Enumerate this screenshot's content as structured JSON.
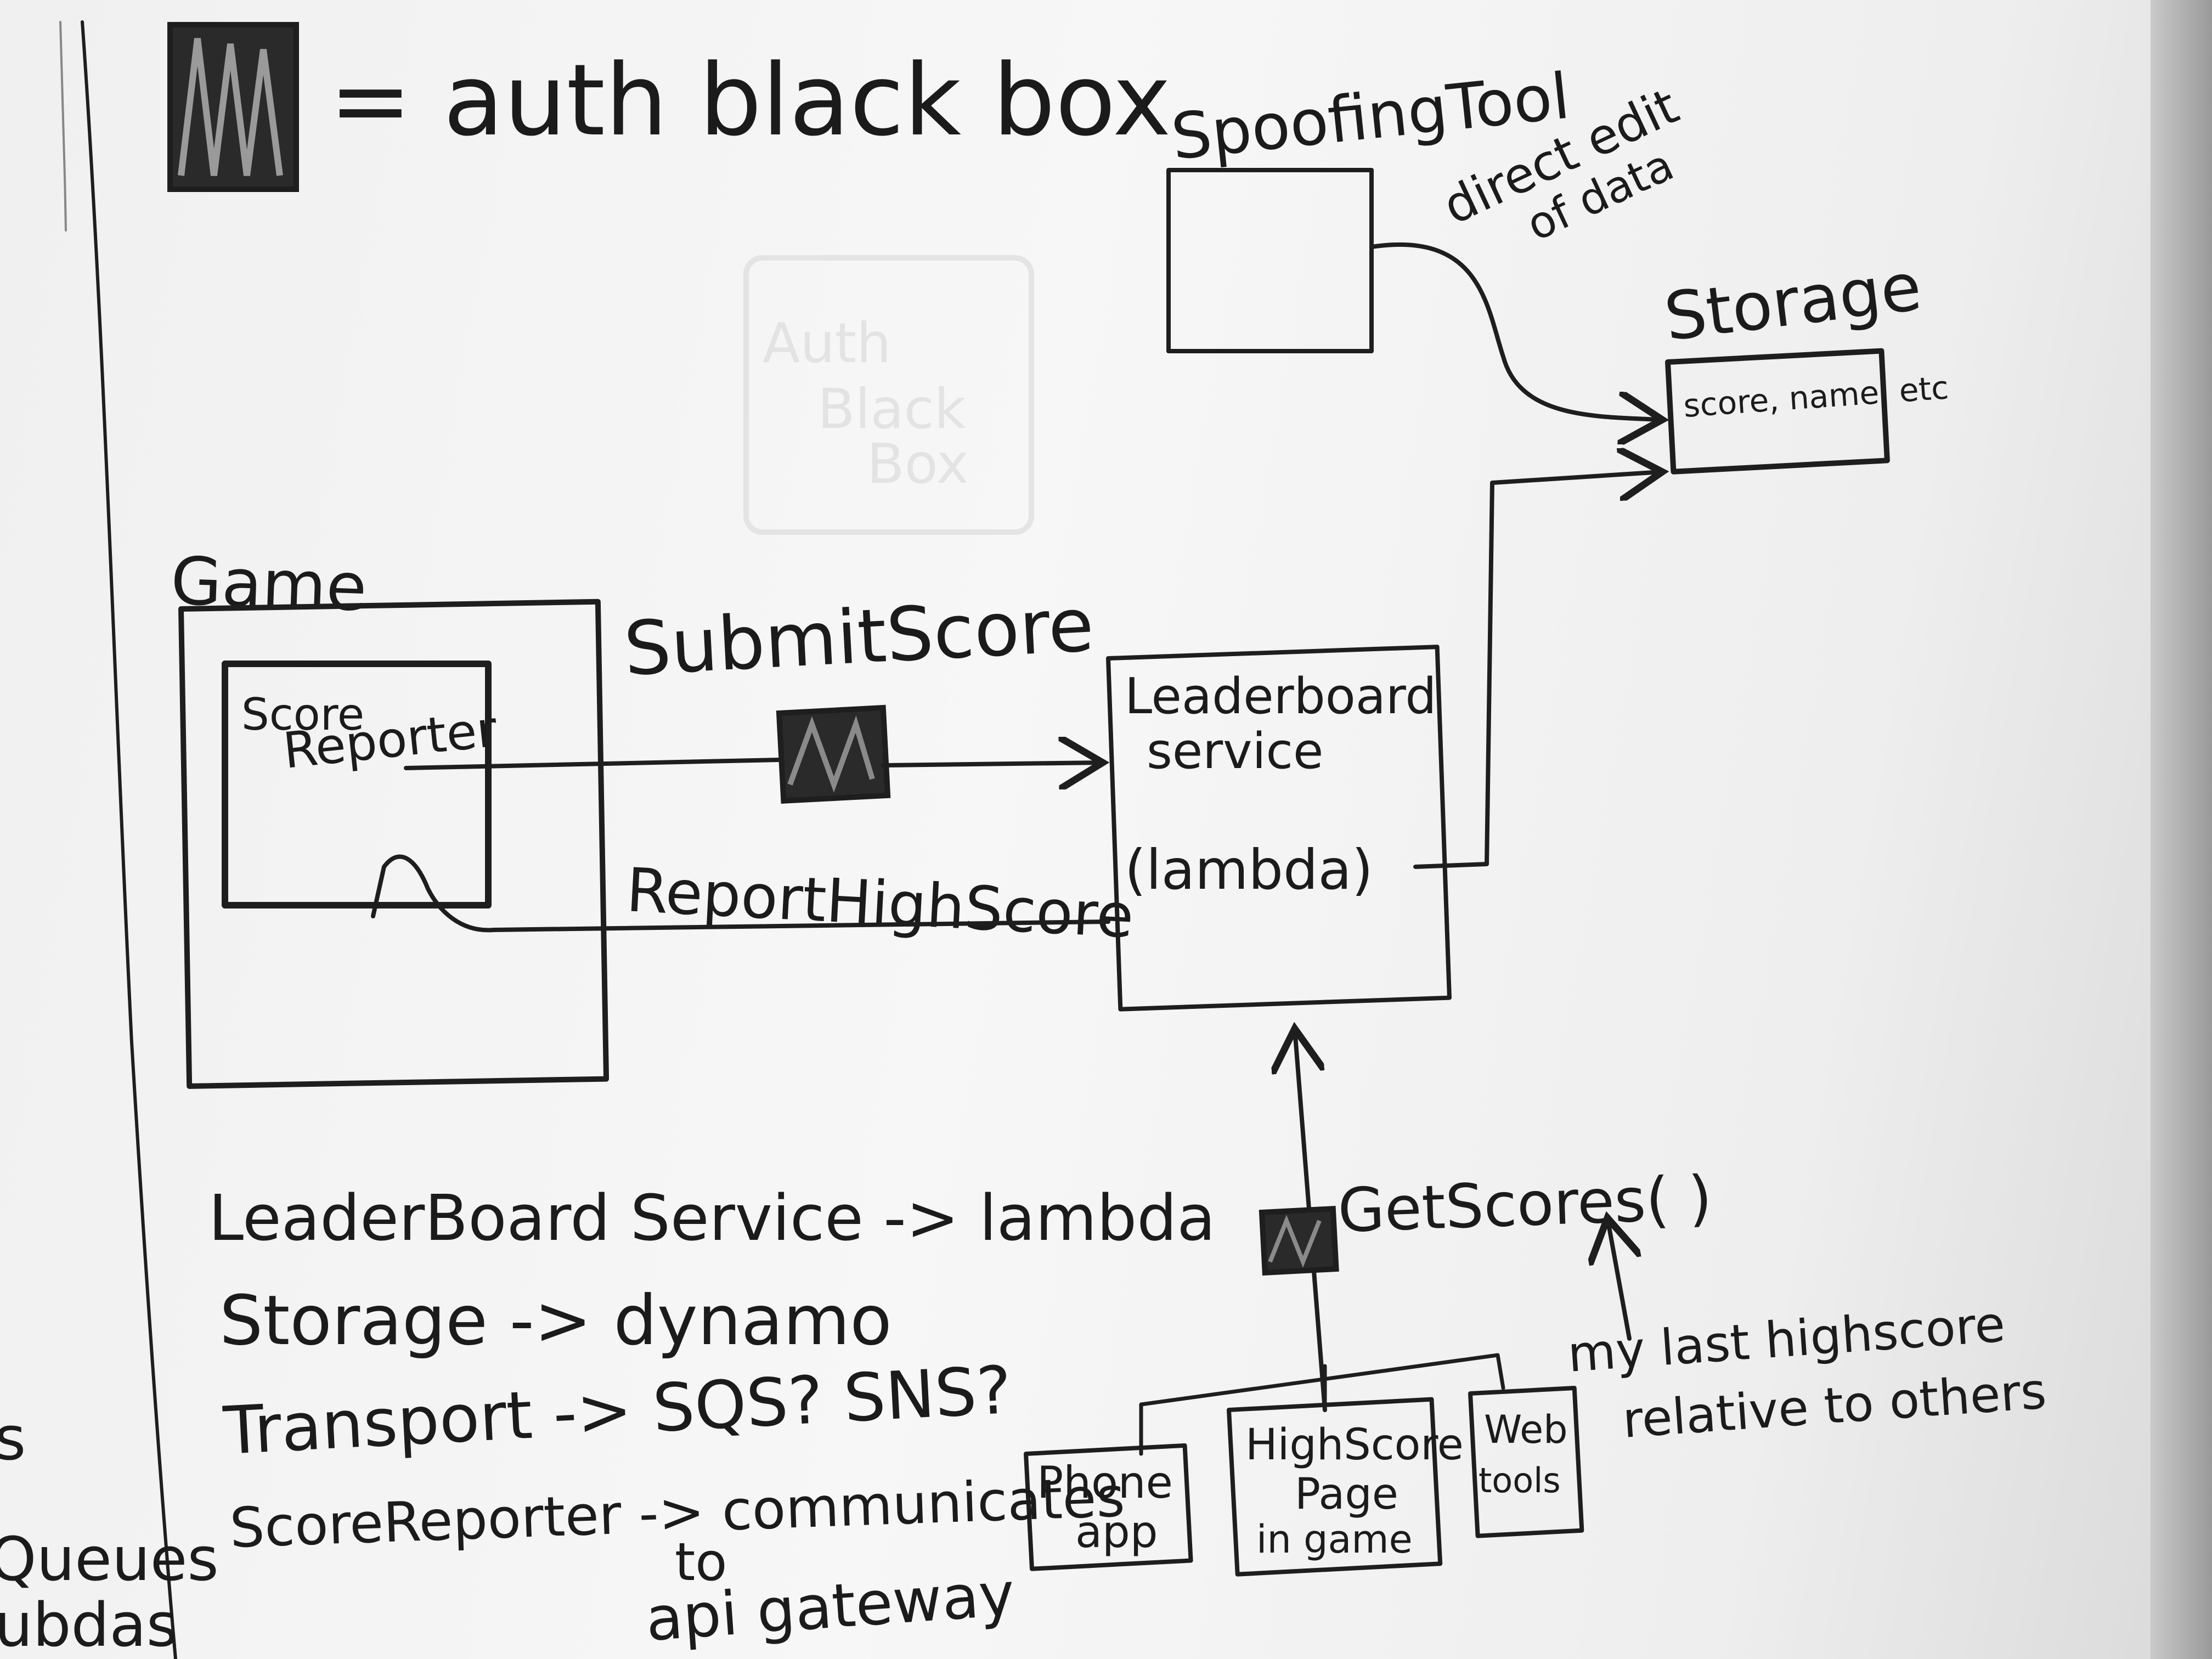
{
  "legend": {
    "text": "= auth black box"
  },
  "boxes": {
    "spoofing_tool": {
      "label": "SpoofingTool"
    },
    "storage": {
      "title": "Storage",
      "content": "score, name, etc"
    },
    "game": {
      "title": "Game"
    },
    "score_reporter": {
      "label_line1": "Score",
      "label_line2": "Reporter"
    },
    "leaderboard_service": {
      "label_line1": "Leaderboard",
      "label_line2": "service",
      "label_line3": "(lambda)"
    },
    "phone_app": {
      "label_line1": "Phone",
      "label_line2": "app"
    },
    "highscore_page": {
      "label_line1": "HighScore",
      "label_line2": "Page",
      "label_line3": "in game"
    },
    "web": {
      "label_line1": "Web",
      "label_line2": "tools"
    }
  },
  "edges": {
    "submit_score": "SubmitScore",
    "report_high_score": "ReportHighScore",
    "get_scores": "GetScores( )",
    "direct_edit_line1": "direct edit",
    "direct_edit_line2": "of data"
  },
  "annotations": {
    "my_last_highscore_line1": "my last highscore",
    "my_last_highscore_line2": "relative to others"
  },
  "notes": {
    "line1": "LeaderBoard Service -> lambda",
    "line2": "Storage -> dynamo",
    "line3": "Transport -> SQS? SNS?",
    "line4": "ScoreReporter -> communicates",
    "line5": "to",
    "line6": "api gateway"
  },
  "cut_off_left": {
    "item1": "s",
    "item2": "Queues",
    "item3": "ubdas"
  },
  "colors": {
    "ink": "#1e1e1e",
    "board": "#f3f3f3",
    "ghost_ink": "#d5d5d5"
  }
}
